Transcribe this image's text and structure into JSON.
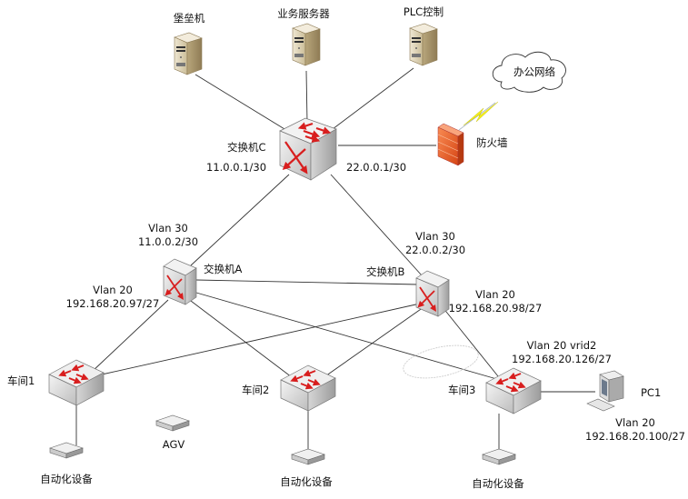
{
  "diagram": {
    "title": "",
    "nodes": {
      "bastion": {
        "label": "堡垒机",
        "type": "server"
      },
      "biz_server": {
        "label": "业务服务器",
        "type": "server"
      },
      "plc": {
        "label": "PLC控制",
        "type": "server"
      },
      "switch_c": {
        "label": "交换机C",
        "ip_left": "11.0.0.1/30",
        "ip_right": "22.0.0.1/30",
        "type": "core-switch"
      },
      "firewall": {
        "label": "防火墙",
        "type": "firewall"
      },
      "office": {
        "label": "办公网络",
        "type": "cloud"
      },
      "switch_a": {
        "label": "交换机A",
        "vlan30": "Vlan 30",
        "vlan30_ip": "11.0.0.2/30",
        "vlan20": "Vlan 20",
        "vlan20_ip": "192.168.20.97/27",
        "type": "l3-switch"
      },
      "switch_b": {
        "label": "交换机B",
        "vlan30": "Vlan 30",
        "vlan30_ip": "22.0.0.2/30",
        "vlan20": "Vlan 20",
        "vlan20_ip": "192.168.20.98/27",
        "type": "l3-switch"
      },
      "ws1": {
        "label": "车间1",
        "type": "access-switch"
      },
      "ws2": {
        "label": "车间2",
        "type": "access-switch"
      },
      "ws3": {
        "label": "车间3",
        "vlan": "Vlan 20 vrid2",
        "ip": "192.168.20.126/27",
        "type": "access-switch"
      },
      "pc1": {
        "label": "PC1",
        "vlan": "Vlan 20",
        "ip": "192.168.20.100/27",
        "type": "workstation"
      },
      "dev1": {
        "label": "自动化设备",
        "type": "device"
      },
      "agv": {
        "label": "AGV",
        "type": "device"
      },
      "dev2": {
        "label": "自动化设备",
        "type": "device"
      },
      "dev3": {
        "label": "自动化设备",
        "type": "device"
      }
    },
    "links": [
      [
        "bastion",
        "switch_c"
      ],
      [
        "biz_server",
        "switch_c"
      ],
      [
        "plc",
        "switch_c"
      ],
      [
        "switch_c",
        "firewall"
      ],
      [
        "firewall",
        "office"
      ],
      [
        "switch_c",
        "switch_a"
      ],
      [
        "switch_c",
        "switch_b"
      ],
      [
        "switch_a",
        "switch_b"
      ],
      [
        "switch_a",
        "ws1"
      ],
      [
        "switch_a",
        "ws2"
      ],
      [
        "switch_a",
        "ws3"
      ],
      [
        "switch_b",
        "ws1"
      ],
      [
        "switch_b",
        "ws2"
      ],
      [
        "switch_b",
        "ws3"
      ],
      [
        "ws1",
        "dev1"
      ],
      [
        "ws2",
        "dev2"
      ],
      [
        "ws3",
        "dev3"
      ],
      [
        "ws3",
        "pc1"
      ]
    ],
    "colors": {
      "arrow": "#d81e1e",
      "switch_face": "#e2e2e2",
      "server": "#e6dcc4",
      "firewall": "#f0672e",
      "lightning": "#f5f01a",
      "line": "#333333"
    }
  }
}
